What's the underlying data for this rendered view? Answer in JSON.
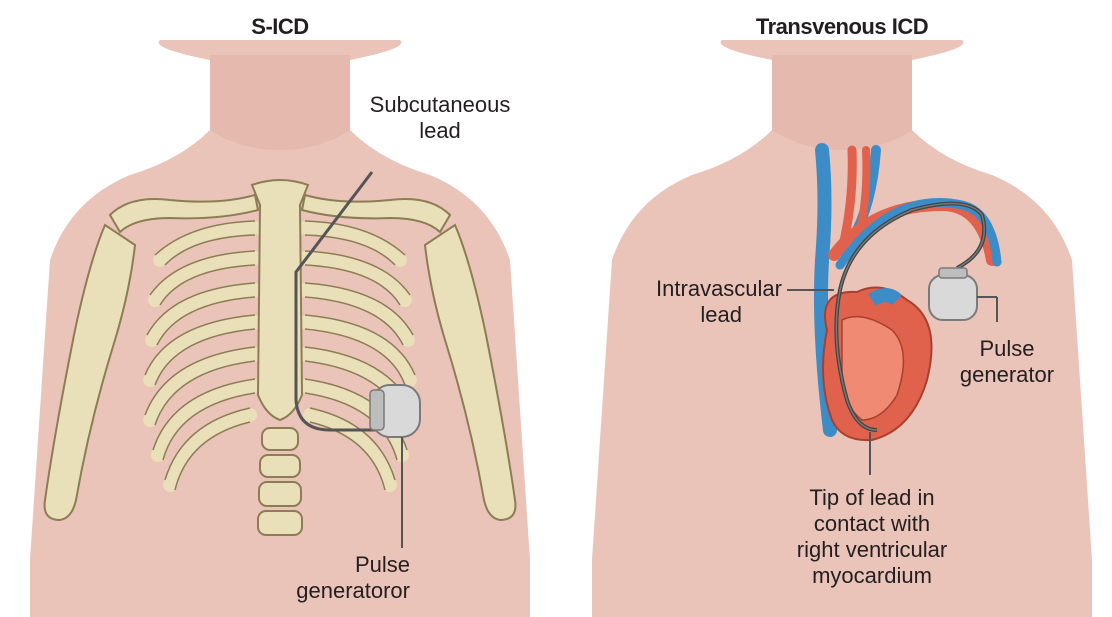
{
  "colors": {
    "skin": "#eac3b9",
    "skin_shade": "#dcaea3",
    "bone": "#e9dfb8",
    "bone_outline": "#8c7d55",
    "vein_blue": "#3c8cc8",
    "artery_red": "#e0624c",
    "generator_grey": "#d9d9d9",
    "lead": "#555555"
  },
  "left_panel": {
    "title": "S-ICD",
    "labels": {
      "subcutaneous_lead": [
        "Subcutaneous",
        "lead"
      ],
      "pulse_generator": [
        "Pulse",
        "generatoror"
      ]
    }
  },
  "right_panel": {
    "title": "Transvenous ICD",
    "labels": {
      "intravascular_lead": [
        "Intravascular",
        "lead"
      ],
      "pulse_generator": [
        "Pulse",
        "generator"
      ],
      "tip_of_lead": [
        "Tip of lead in",
        "contact with",
        "right ventricular",
        "myocardium"
      ]
    }
  }
}
